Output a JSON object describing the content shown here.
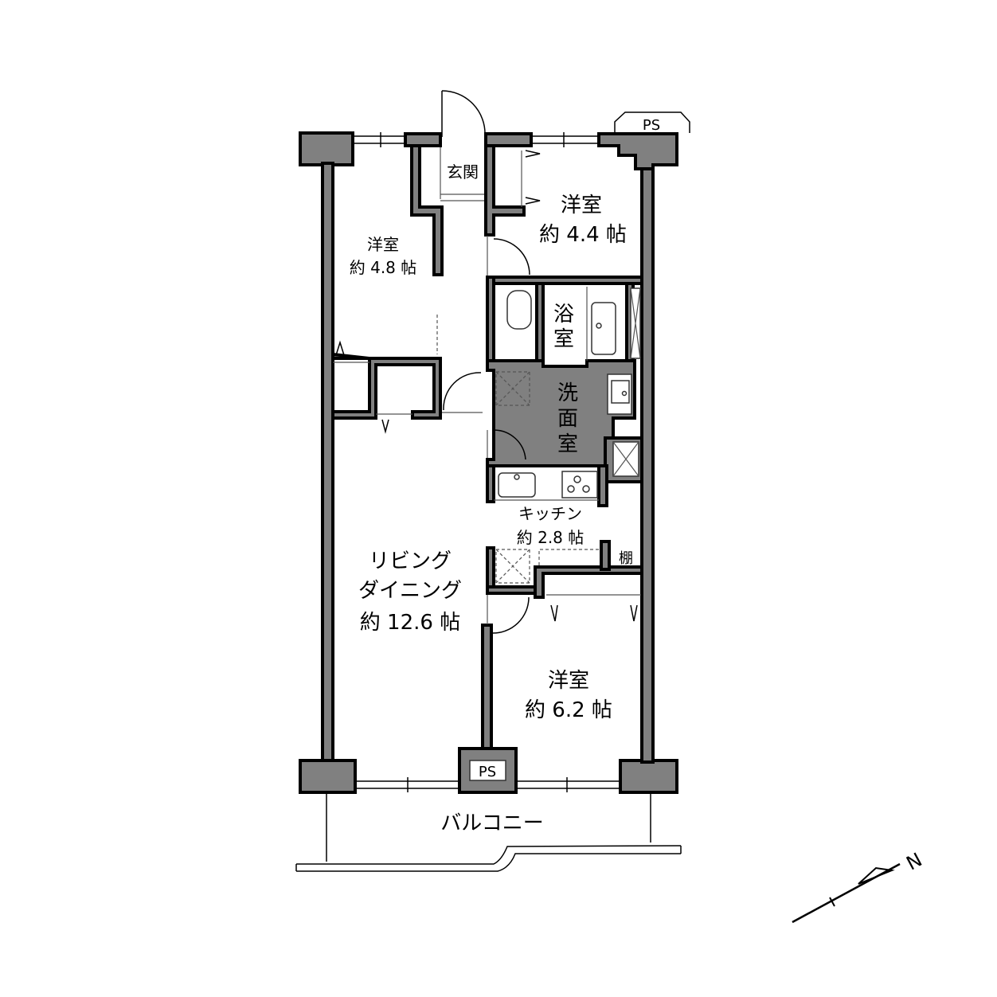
{
  "rooms": {
    "western_room_1": {
      "name": "洋室",
      "area": "約 4.8 帖"
    },
    "western_room_2": {
      "name": "洋室",
      "area": "約 4.4 帖"
    },
    "western_room_3": {
      "name": "洋室",
      "area": "約 6.2 帖"
    },
    "entrance": "玄関",
    "bath": [
      "浴",
      "室"
    ],
    "washroom": [
      "洗",
      "面",
      "室"
    ],
    "kitchen": {
      "name": "キッチン",
      "area": "約 2.8 帖"
    },
    "living": {
      "name_1": "リビング",
      "name_2": "ダイニング",
      "area": "約 12.6 帖"
    },
    "shelf": "棚",
    "ps_top": "PS",
    "ps_bottom": "PS",
    "balcony": "バルコニー"
  },
  "compass": {
    "label": "N"
  },
  "colors": {
    "wall": "#808080",
    "line": "#000000"
  }
}
